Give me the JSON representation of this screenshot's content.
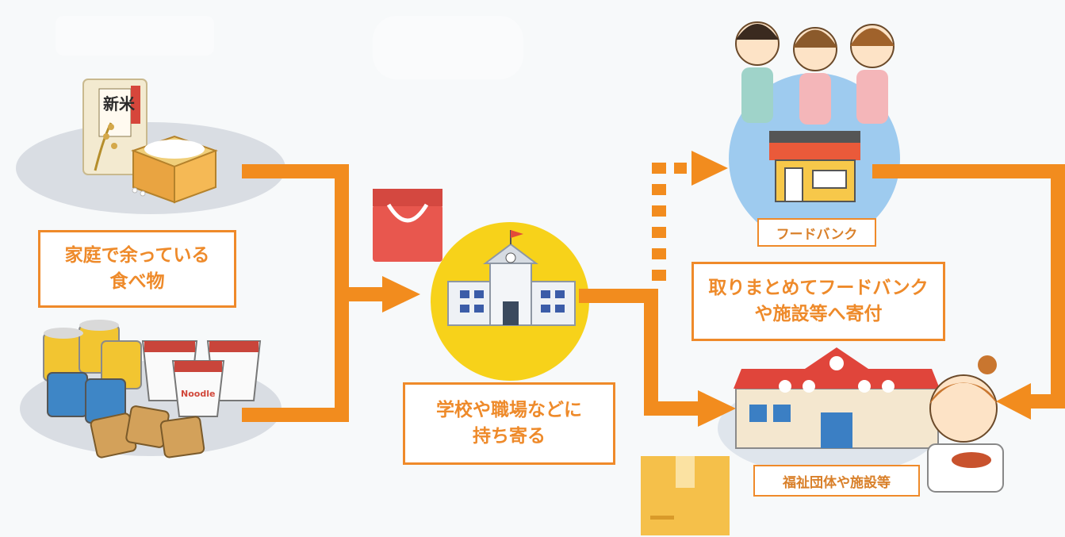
{
  "boxes": {
    "household_line1": "家庭で余っている",
    "household_line2": "食べ物",
    "school_line1": "学校や職場などに",
    "school_line2": "持ち寄る",
    "gather_line1": "取りまとめてフードバンク",
    "gather_line2": "や施設等へ寄付",
    "foodbank": "フードバンク",
    "welfare": "福祉団体や施設等"
  },
  "illustrations": {
    "rice_bag_text": "新米",
    "noodle_text": "Noodle"
  },
  "colors": {
    "arrow": "#f28c1e",
    "box_border": "#ef8a2a",
    "text": "#ee8a2a",
    "yellow_circle": "#f7d21a",
    "blue_circle": "#9ecbef",
    "grey_ellipse": "#d9dde3"
  },
  "icons": [
    "rice-bag-icon",
    "rice-measure-box-icon",
    "canned-food-icon",
    "cup-noodle-icon",
    "cracker-icon",
    "shopping-bag-icon",
    "school-building-icon",
    "staff-people-icon",
    "food-bank-shop-icon",
    "welfare-facility-icon",
    "woman-eating-icon",
    "cardboard-box-icon"
  ]
}
